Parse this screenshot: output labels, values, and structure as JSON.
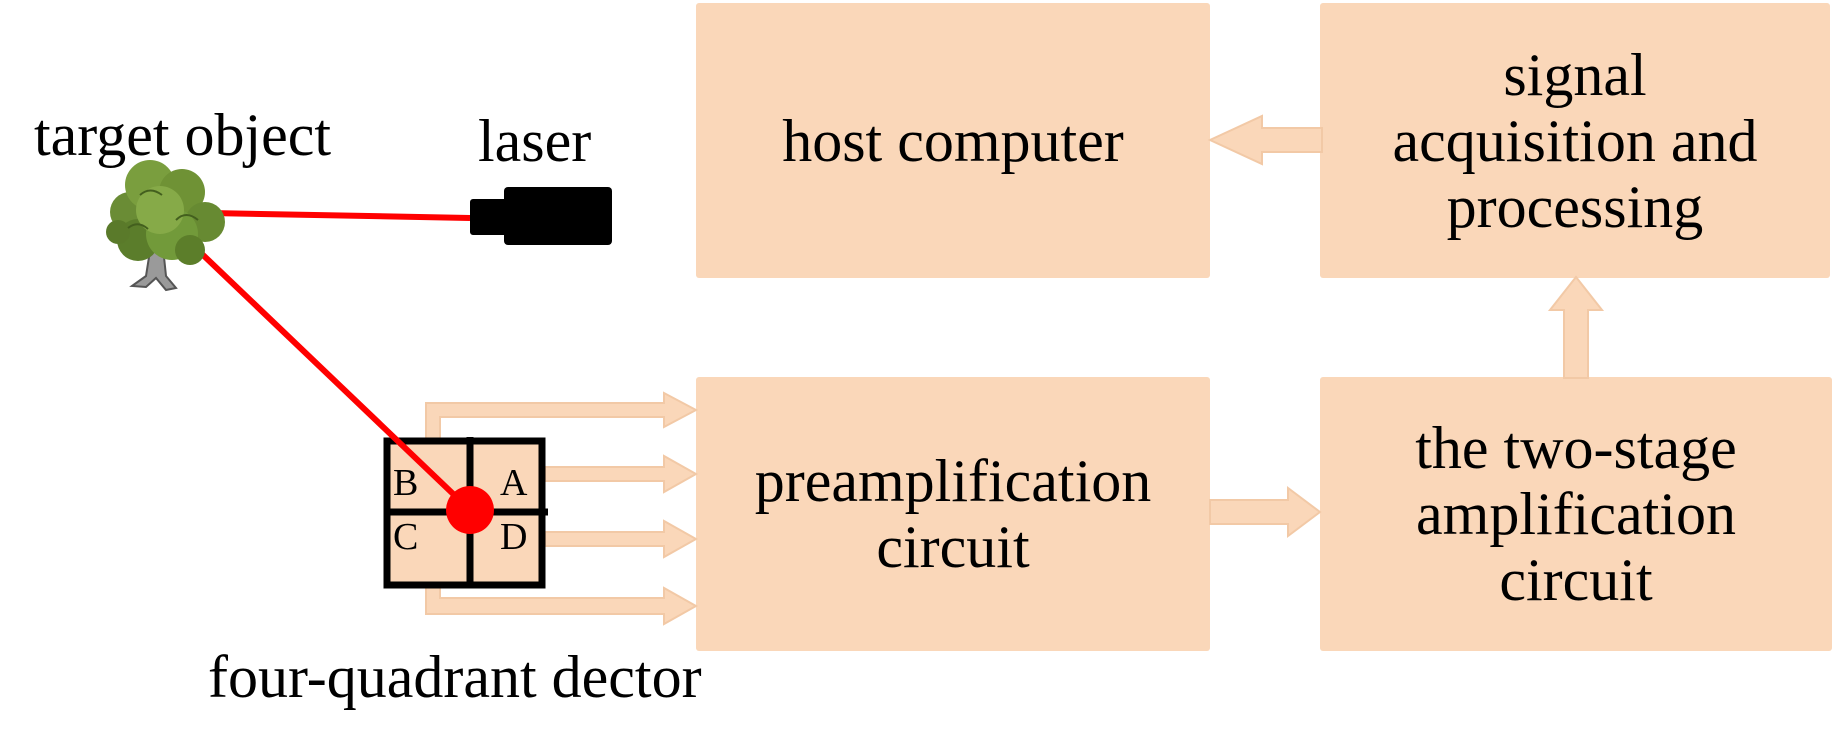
{
  "labels": {
    "target_object": "target object",
    "laser": "laser",
    "detector": "four-quadrant dector"
  },
  "quadrants": {
    "a": "A",
    "b": "B",
    "c": "C",
    "d": "D"
  },
  "boxes": {
    "host_computer": "host computer",
    "signal_processing_lines": [
      "signal",
      "acquisition and",
      "processing"
    ],
    "preamplification_lines": [
      "preamplification",
      "circuit"
    ],
    "two_stage_lines": [
      "the two-stage",
      "amplification",
      "circuit"
    ]
  },
  "colors": {
    "box_fill": "#fad7b9",
    "arrow_fill": "#fad7b9",
    "arrow_stroke": "#f2c9a6",
    "laser_beam": "#ff0000",
    "spot": "#ff0000",
    "detector_outline": "#000000"
  },
  "icons": {
    "tree": "tree-icon",
    "laser": "laser-device-icon"
  }
}
